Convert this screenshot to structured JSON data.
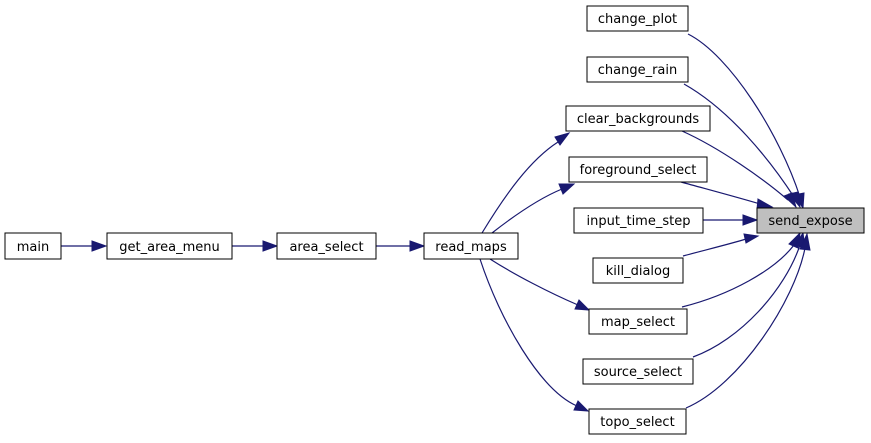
{
  "graph": {
    "nodes": {
      "send_expose": "send_expose",
      "change_plot": "change_plot",
      "change_rain": "change_rain",
      "clear_backgrounds": "clear_backgrounds",
      "foreground_select": "foreground_select",
      "input_time_step": "input_time_step",
      "kill_dialog": "kill_dialog",
      "map_select": "map_select",
      "source_select": "source_select",
      "topo_select": "topo_select",
      "read_maps": "read_maps",
      "area_select": "area_select",
      "get_area_menu": "get_area_menu",
      "main": "main"
    },
    "colors": {
      "edge": "#191970",
      "focus_fill": "#bfbfbf"
    }
  }
}
